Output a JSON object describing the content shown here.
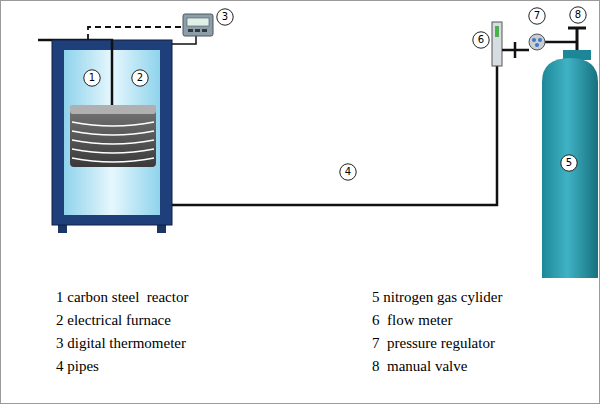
{
  "diagram": {
    "nodes": [
      {
        "text": [
          "1"
        ]
      },
      {
        "text": [
          "2"
        ]
      },
      {
        "text": [
          "3"
        ]
      },
      {
        "text": [
          "4"
        ]
      },
      {
        "text": [
          "5"
        ]
      },
      {
        "text": [
          "6"
        ]
      },
      {
        "text": [
          "7"
        ]
      },
      {
        "text": [
          "8"
        ]
      }
    ],
    "labels": [
      "1 carbon steel  reactor",
      "2 electrical furnace",
      "3 digital thermometer",
      "4 pipes",
      "5 nitrogen gas cylider",
      "6  flow meter",
      "7  pressure regulator",
      "8  manual valve"
    ]
  }
}
